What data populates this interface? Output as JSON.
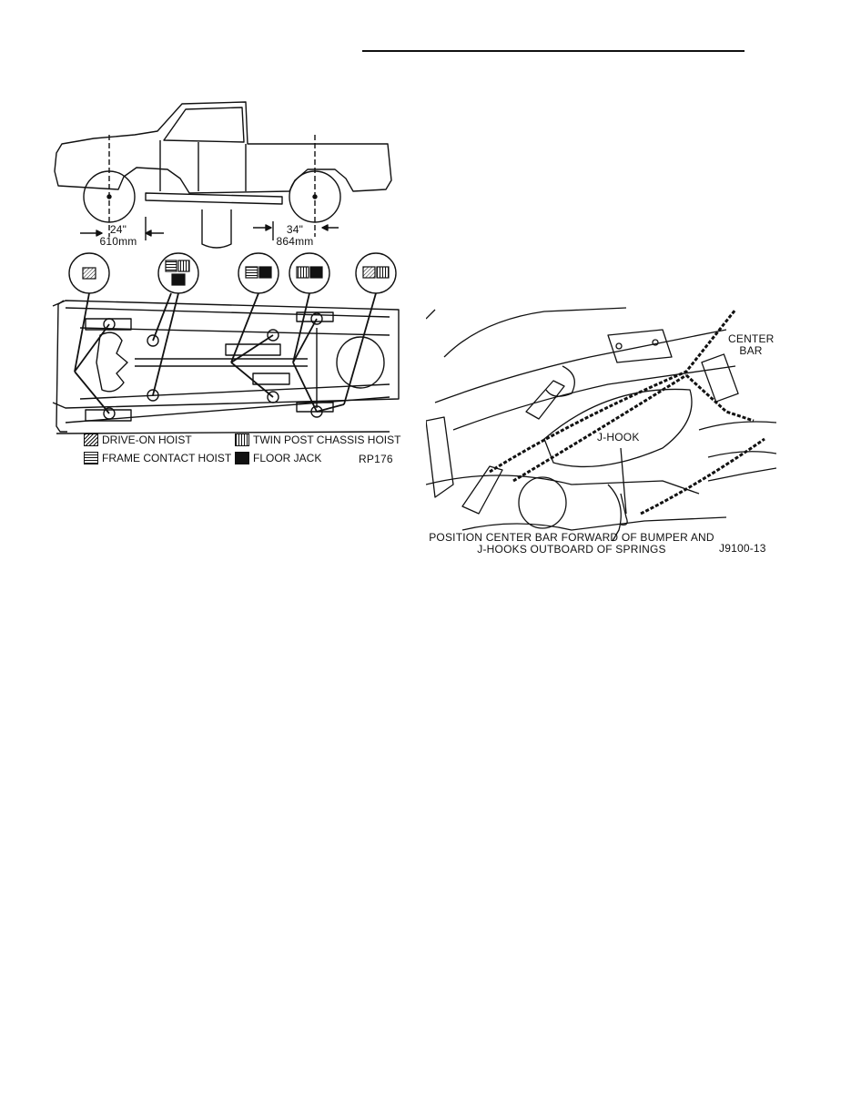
{
  "hoist_figure": {
    "dim_front": "24\"",
    "dim_front_metric": "610mm",
    "dim_rear": "34\"",
    "dim_rear_metric": "864mm",
    "legend": {
      "drive_on": "DRIVE-ON HOIST",
      "twin_post": "TWIN POST CHASSIS HOIST",
      "frame_contact": "FRAME CONTACT HOIST",
      "floor_jack": "FLOOR JACK"
    },
    "figure_id": "RP176"
  },
  "tow_figure": {
    "center_bar_label_1": "CENTER",
    "center_bar_label_2": "BAR",
    "j_hook_label": "J-HOOK",
    "caption_line_1": "POSITION CENTER BAR FORWARD OF BUMPER AND",
    "caption_line_2": "J-HOOKS OUTBOARD OF SPRINGS",
    "figure_id": "J9100-13"
  },
  "colors": {
    "ink": "#111111",
    "paper": "#ffffff"
  }
}
